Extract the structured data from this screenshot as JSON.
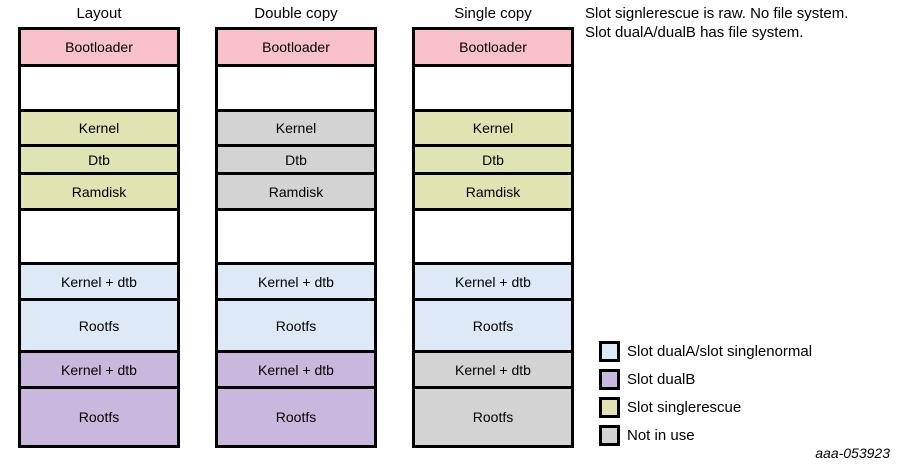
{
  "colors": {
    "bootloader": "#f8c1c9",
    "empty": "#ffffff",
    "dualA": "#dde9f6",
    "dualB": "#c9b8de",
    "singlerescue": "#e0e3b2",
    "notinuse": "#d3d3d3",
    "border": "#000000"
  },
  "columns": [
    {
      "title": "Layout",
      "rows": [
        {
          "label": "Bootloader",
          "color": "bootloader"
        },
        {
          "label": "",
          "color": "empty"
        },
        {
          "label": "Kernel",
          "color": "singlerescue"
        },
        {
          "label": "Dtb",
          "color": "singlerescue"
        },
        {
          "label": "Ramdisk",
          "color": "singlerescue"
        },
        {
          "label": "",
          "color": "empty"
        },
        {
          "label": "Kernel + dtb",
          "color": "dualA"
        },
        {
          "label": "Rootfs",
          "color": "dualA"
        },
        {
          "label": "Kernel + dtb",
          "color": "dualB"
        },
        {
          "label": "Rootfs",
          "color": "dualB"
        }
      ]
    },
    {
      "title": "Double copy",
      "rows": [
        {
          "label": "Bootloader",
          "color": "bootloader"
        },
        {
          "label": "",
          "color": "empty"
        },
        {
          "label": "Kernel",
          "color": "notinuse"
        },
        {
          "label": "Dtb",
          "color": "notinuse"
        },
        {
          "label": "Ramdisk",
          "color": "notinuse"
        },
        {
          "label": "",
          "color": "empty"
        },
        {
          "label": "Kernel + dtb",
          "color": "dualA"
        },
        {
          "label": "Rootfs",
          "color": "dualA"
        },
        {
          "label": "Kernel + dtb",
          "color": "dualB"
        },
        {
          "label": "Rootfs",
          "color": "dualB"
        }
      ]
    },
    {
      "title": "Single copy",
      "rows": [
        {
          "label": "Bootloader",
          "color": "bootloader"
        },
        {
          "label": "",
          "color": "empty"
        },
        {
          "label": "Kernel",
          "color": "singlerescue"
        },
        {
          "label": "Dtb",
          "color": "singlerescue"
        },
        {
          "label": "Ramdisk",
          "color": "singlerescue"
        },
        {
          "label": "",
          "color": "empty"
        },
        {
          "label": "Kernel + dtb",
          "color": "dualA"
        },
        {
          "label": "Rootfs",
          "color": "dualA"
        },
        {
          "label": "Kernel + dtb",
          "color": "notinuse"
        },
        {
          "label": "Rootfs",
          "color": "notinuse"
        }
      ]
    }
  ],
  "note": {
    "line1": "Slot signlerescue is raw. No file system.",
    "line2": "Slot dualA/dualB has file system."
  },
  "legend": [
    {
      "label": "Slot dualA/slot singlenormal",
      "color": "dualA"
    },
    {
      "label": "Slot dualB",
      "color": "dualB"
    },
    {
      "label": "Slot singlerescue",
      "color": "singlerescue"
    },
    {
      "label": "Not in use",
      "color": "notinuse"
    }
  ],
  "figure_id": "aaa-053923"
}
